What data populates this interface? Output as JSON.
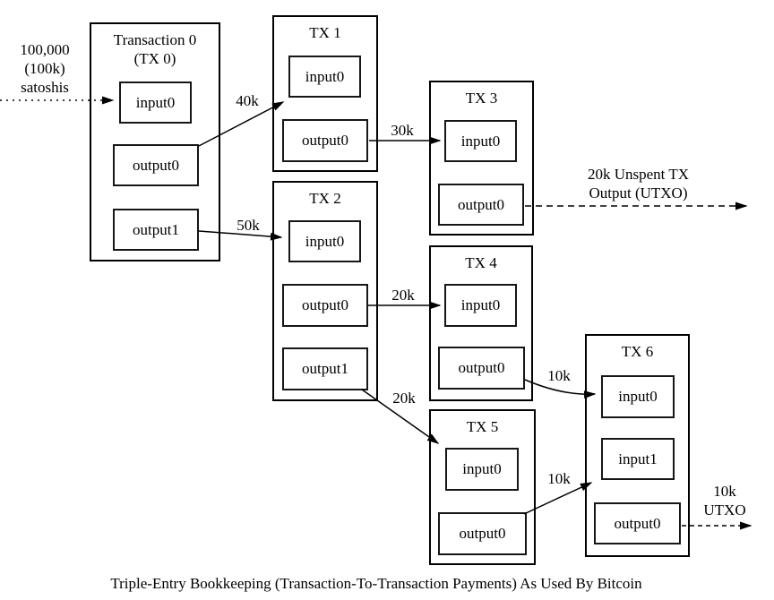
{
  "figure": {
    "source_annotation": {
      "line1": "100,000",
      "line2": "(100k)",
      "line3": "satoshis"
    },
    "transactions": {
      "tx0": {
        "title": "Transaction 0",
        "subtitle": "(TX 0)",
        "input0": "input0",
        "output0": "output0",
        "output1": "output1"
      },
      "tx1": {
        "title": "TX 1",
        "input0": "input0",
        "output0": "output0"
      },
      "tx2": {
        "title": "TX 2",
        "input0": "input0",
        "output0": "output0",
        "output1": "output1"
      },
      "tx3": {
        "title": "TX 3",
        "input0": "input0",
        "output0": "output0"
      },
      "tx4": {
        "title": "TX 4",
        "input0": "input0",
        "output0": "output0"
      },
      "tx5": {
        "title": "TX 5",
        "input0": "input0",
        "output0": "output0"
      },
      "tx6": {
        "title": "TX 6",
        "input0": "input0",
        "input1": "input1",
        "output0": "output0"
      }
    },
    "flow_amounts": {
      "tx0_to_tx1": "40k",
      "tx0_to_tx2": "50k",
      "tx1_to_tx3": "30k",
      "tx2_to_tx4": "20k",
      "tx2_to_tx5": "20k",
      "tx4_to_tx6": "10k",
      "tx5_to_tx6": "10k"
    },
    "unspent_outputs": {
      "tx3": {
        "line1": "20k Unspent TX",
        "line2": "Output (UTXO)"
      },
      "tx6": {
        "line1": "10k",
        "line2": "UTXO"
      }
    },
    "caption": "Triple-Entry Bookkeeping (Transaction-To-Transaction Payments) As Used By Bitcoin",
    "colors": {
      "line": "#000000",
      "background": "#ffffff",
      "text": "#000000"
    }
  }
}
